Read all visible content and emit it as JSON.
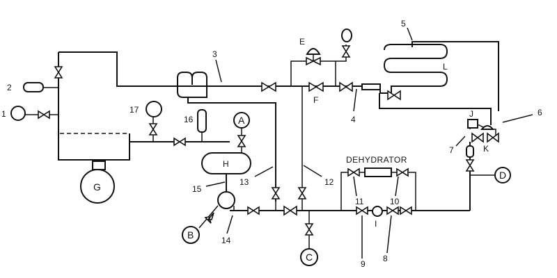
{
  "labels": {
    "n1": "1",
    "n2": "2",
    "n3": "3",
    "n4": "4",
    "n5": "5",
    "n6": "6",
    "n7": "7",
    "n8": "8",
    "n9": "9",
    "n10": "10",
    "n11": "11",
    "n12": "12",
    "n13": "13",
    "n14": "14",
    "n15": "15",
    "n16": "16",
    "n17": "17",
    "A": "A",
    "B": "B",
    "C": "C",
    "D": "D",
    "E": "E",
    "F": "F",
    "G": "G",
    "H": "H",
    "I": "I",
    "J": "J",
    "K": "K",
    "L": "L",
    "dehydrator": "DEHYDRATOR"
  }
}
